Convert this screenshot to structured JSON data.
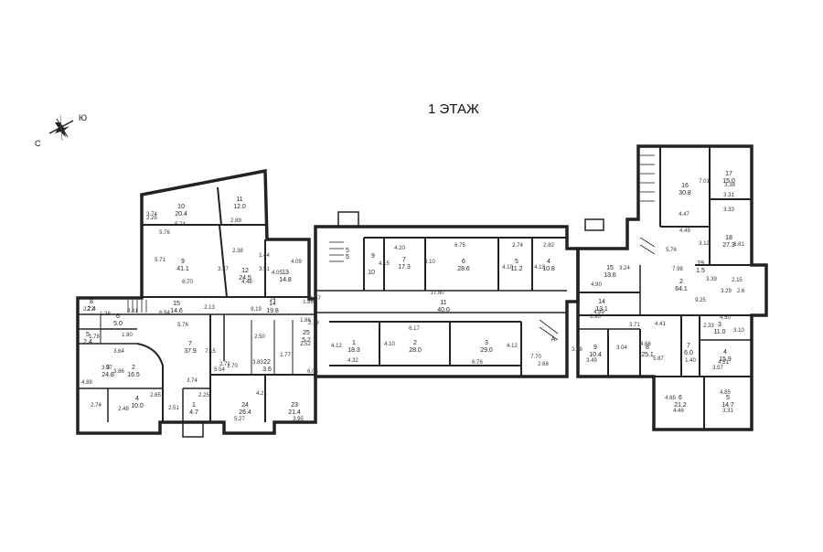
{
  "title": "1 ЭТАЖ",
  "compass": {
    "left": "С",
    "right": "Ю"
  },
  "rooms": [
    {
      "id": "r-lt-10",
      "num": "10",
      "area": "20.4"
    },
    {
      "id": "r-lt-11",
      "num": "11",
      "area": "12.0"
    },
    {
      "id": "r-lt-9",
      "num": "9",
      "area": "41.1"
    },
    {
      "id": "r-lt-12",
      "num": "12",
      "area": "24.5"
    },
    {
      "id": "r-lt-13",
      "num": "13",
      "area": "14.8"
    },
    {
      "id": "r-lt-14",
      "num": "14",
      "area": "19.8"
    },
    {
      "id": "r-lt-15a",
      "num": "15",
      "area": "14.6"
    },
    {
      "id": "r-lt-7",
      "num": "7",
      "area": "37.9"
    },
    {
      "id": "r-lt-2",
      "num": "2",
      "area": "16.5"
    },
    {
      "id": "r-lt-3",
      "num": "3",
      "area": "24.8"
    },
    {
      "id": "r-lt-4",
      "num": "4",
      "area": "10.0"
    },
    {
      "id": "r-lt-1",
      "num": "1",
      "area": "4.7"
    },
    {
      "id": "r-lt-24",
      "num": "24",
      "area": "26.4"
    },
    {
      "id": "r-lt-23",
      "num": "23",
      "area": "21.4"
    },
    {
      "id": "r-lt-6",
      "num": "6",
      "area": "5.0"
    },
    {
      "id": "r-lt-5",
      "num": "5",
      "area": "2.4"
    },
    {
      "id": "r-lt-8",
      "num": "8",
      "area": "2.4"
    },
    {
      "id": "r-lt-25",
      "num": "25",
      "area": "5.2"
    },
    {
      "id": "r-lt-22",
      "num": "22",
      "area": "3.6"
    },
    {
      "id": "r-md-7",
      "num": "7",
      "area": "17.3"
    },
    {
      "id": "r-md-6",
      "num": "6",
      "area": "28.6"
    },
    {
      "id": "r-md-5",
      "num": "5",
      "area": "11.2"
    },
    {
      "id": "r-md-4",
      "num": "4",
      "area": "10.8"
    },
    {
      "id": "r-md-11",
      "num": "11",
      "area": "40.0"
    },
    {
      "id": "r-md-1",
      "num": "1",
      "area": "18.3"
    },
    {
      "id": "r-md-2",
      "num": "2",
      "area": "28.0"
    },
    {
      "id": "r-md-3",
      "num": "3",
      "area": "29.0"
    },
    {
      "id": "r-md-9",
      "num": "9",
      "area": ""
    },
    {
      "id": "r-md-10",
      "num": "10",
      "area": ""
    },
    {
      "id": "r-md-5b",
      "num": "5",
      "area": ""
    },
    {
      "id": "r-rt-16",
      "num": "16",
      "area": "30.8"
    },
    {
      "id": "r-rt-17",
      "num": "17",
      "area": "15.0"
    },
    {
      "id": "r-rt-18",
      "num": "18",
      "area": "27.3"
    },
    {
      "id": "r-rt-2",
      "num": "2",
      "area": "64.1"
    },
    {
      "id": "r-rt-15",
      "num": "15",
      "area": "13.6"
    },
    {
      "id": "r-rt-14",
      "num": "14",
      "area": "13.1"
    },
    {
      "id": "r-rt-9",
      "num": "9",
      "area": "10.4"
    },
    {
      "id": "r-rt-8",
      "num": "8",
      "area": "25.1"
    },
    {
      "id": "r-rt-7",
      "num": "7",
      "area": "6.0"
    },
    {
      "id": "r-rt-3",
      "num": "3",
      "area": "11.0"
    },
    {
      "id": "r-rt-4",
      "num": "4",
      "area": "15.9"
    },
    {
      "id": "r-rt-6",
      "num": "6",
      "area": "21.2"
    },
    {
      "id": "r-rt-5",
      "num": "5",
      "area": "14.7"
    },
    {
      "id": "r-rt-19",
      "num": "19",
      "area": "1.5"
    }
  ],
  "dimensions": [
    "3.74",
    "2.25",
    "5.74",
    "5.76",
    "2.89",
    "5.71",
    "6.70",
    "2.38",
    "1.44",
    "4.09",
    "4.05",
    "3.51",
    "3.37",
    "4.48",
    "14",
    "9.19",
    "1.86",
    "2.13",
    "6.94",
    "5.76",
    "2.72",
    "1.38",
    "3.61",
    "1.78",
    "1.80",
    "3.64",
    "3.97",
    "3.86",
    "3.74",
    "5.54",
    "7.15",
    "4.88",
    "2.74",
    "2.48",
    "2.65",
    "2.51",
    "2.25",
    "5.27",
    "4.21",
    "3.95",
    "6.05",
    "1.70",
    "2.71",
    "2.52",
    "2.73",
    "1.86",
    "2.50",
    "1.77",
    "1.67",
    "4.20",
    "6.75",
    "2.74",
    "2.82",
    "4.15",
    "4.10",
    "4.10",
    "4.13",
    "17.80",
    "6.17",
    "4.12",
    "4.10",
    "4.12",
    "4.32",
    "6.76",
    "7.70",
    "2.68",
    "3.08",
    "3.49",
    "3.04",
    "4.66",
    "5.87",
    "4.90",
    "3.24",
    "2.90",
    "4.89",
    "3.71",
    "5.76",
    "4.47",
    "4.49",
    "3.33",
    "3.12",
    "3.39",
    "6.81",
    "7.01",
    "3.31",
    "3.38",
    "9.25",
    "4.41",
    "4.50",
    "2.33",
    "1.40",
    "3.57",
    "4.51",
    "3.10",
    "3.29",
    "2.15",
    "4.65",
    "4.46",
    "4.85",
    "3.31",
    "7.98",
    "3.83",
    "2.6"
  ],
  "labels": {
    "entrance_a": "А",
    "stair_mark": "5"
  }
}
